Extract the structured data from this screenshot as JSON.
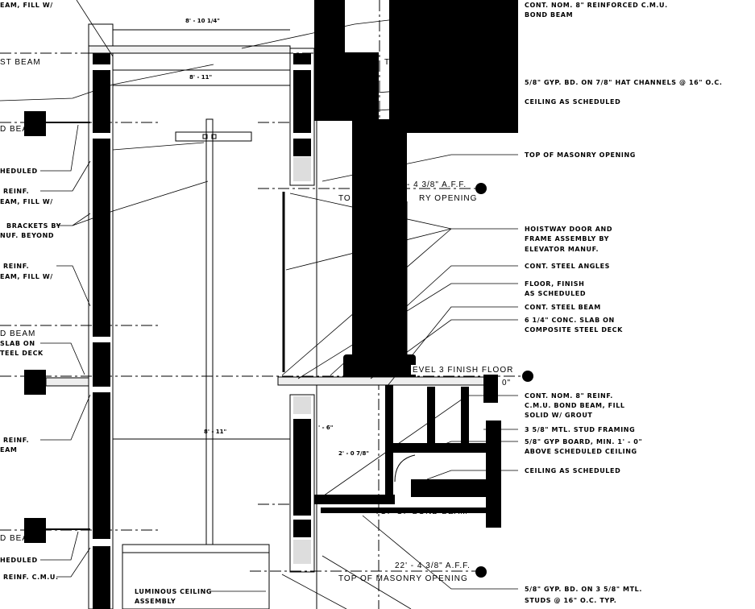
{
  "drawing": {
    "left_notes": [
      "EAM, FILL W/",
      "ST BEAM",
      "D BEAM",
      "HEDULED",
      "REINF.",
      "EAM, FILL W/",
      "BRACKETS BY",
      "NUF. BEYOND",
      "REINF.",
      "EAM, FILL W/",
      "D BEAM",
      "SLAB ON",
      "TEEL DECK",
      "REINF.",
      "EAM",
      "D BEAM",
      "HEDULED",
      "REINF. C.M.U.",
      "LUMINOUS CEILING",
      "ASSEMBLY"
    ],
    "right_notes": [
      "CONT. NOM. 8\" REINFORCED C.M.U.",
      "BOND BEAM",
      "5/8\" GYP. BD. ON 7/8\" HAT CHANNELS @ 16\" O.C.",
      "CEILING AS SCHEDULED",
      "TOP OF MASONRY OPENING",
      "HOISTWAY DOOR AND",
      "FRAME ASSEMBLY BY",
      "ELEVATOR MANUF.",
      "CONT. STEEL ANGLES",
      "FLOOR, FINISH",
      "AS SCHEDULED",
      "CONT. STEEL BEAM",
      "6 1/4\" CONC. SLAB ON",
      "COMPOSITE STEEL DECK",
      "CONT. NOM. 8\" REINF.",
      "C.M.U. BOND BEAM, FILL",
      "SOLID W/ GROUT",
      "3 5/8\" MTL. STUD FRAMING",
      "5/8\" GYP BOARD, MIN. 1' - 0\"",
      "ABOVE SCHEDULED CEILING",
      "CEILING AS SCHEDULED",
      "5/8\" GYP. BD. ON 3 5/8\" MTL.",
      "STUDS @ 16\" O.C. TYP."
    ],
    "level_marks": [
      "F BOND BEAM",
      "- 4 3/8\" A.F.F.",
      "TO",
      "RY OPENING",
      "T",
      "EVEL 3 FINISH FLOOR",
      "0\"",
      "TOP OF BOND BEAM",
      "22' - 4 3/8\" A.F.F.",
      "TOP OF MASONRY OPENING"
    ],
    "dimensions": [
      "8' - 10 1/4\"",
      "8' - 11\"",
      "8' - 11\"",
      "2' - 0 7/8\"",
      "' - 6\""
    ]
  }
}
